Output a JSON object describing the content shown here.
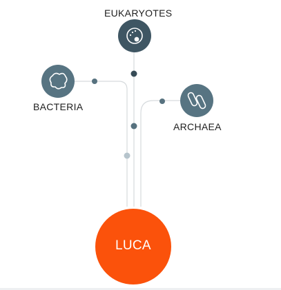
{
  "nodes": {
    "eukaryotes": {
      "label": "EUKARYOTES",
      "color": "#3f5663",
      "icon": "eukaryotic-cell-icon"
    },
    "bacteria": {
      "label": "BACTERIA",
      "color": "#577482",
      "icon": "bacterium-blob-icon"
    },
    "archaea": {
      "label": "ARCHAEA",
      "color": "#577482",
      "icon": "archaea-capsules-icon"
    },
    "luca": {
      "label": "LUCA",
      "color": "#fb520b"
    }
  },
  "branch_points": {
    "upper": "#364b56",
    "middle": "#57727f",
    "lower": "#b6c4cc"
  },
  "line_color": "#d6dadd"
}
